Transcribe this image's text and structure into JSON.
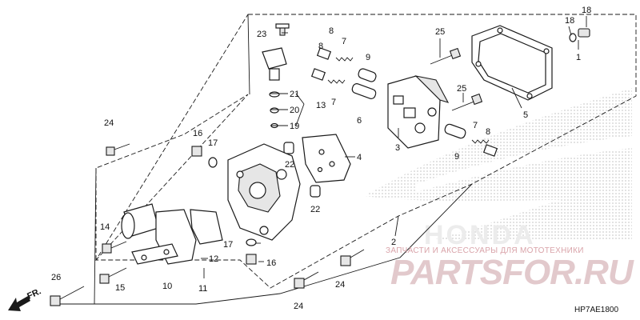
{
  "diagram": {
    "part_labels": {
      "p1": "1",
      "p2": "2",
      "p3": "3",
      "p4": "4",
      "p5": "5",
      "p6": "6",
      "p7a": "7",
      "p7b": "7",
      "p7c": "7",
      "p8a": "8",
      "p8b": "8",
      "p8c": "8",
      "p9a": "9",
      "p9b": "9",
      "p10": "10",
      "p11": "11",
      "p12": "12",
      "p13": "13",
      "p14": "14",
      "p15": "15",
      "p16a": "16",
      "p16b": "16",
      "p17a": "17",
      "p17b": "17",
      "p18a": "18",
      "p18b": "18",
      "p19": "19",
      "p20": "20",
      "p21": "21",
      "p22a": "22",
      "p22b": "22",
      "p23": "23",
      "p24a": "24",
      "p24b": "24",
      "p24c": "24",
      "p25a": "25",
      "p25b": "25",
      "p26": "26"
    },
    "direction_label": "FR.",
    "diagram_code": "HP7AE1800"
  },
  "watermark": {
    "brand_logo_text": "HONDA",
    "shop_tagline": "ЗАПЧАСТИ И АКСЕССУАРЫ ДЛЯ МОТОТЕХНИКИ",
    "shop_domain": "PARTSFOR.RU",
    "color": "#d9a3a9"
  }
}
